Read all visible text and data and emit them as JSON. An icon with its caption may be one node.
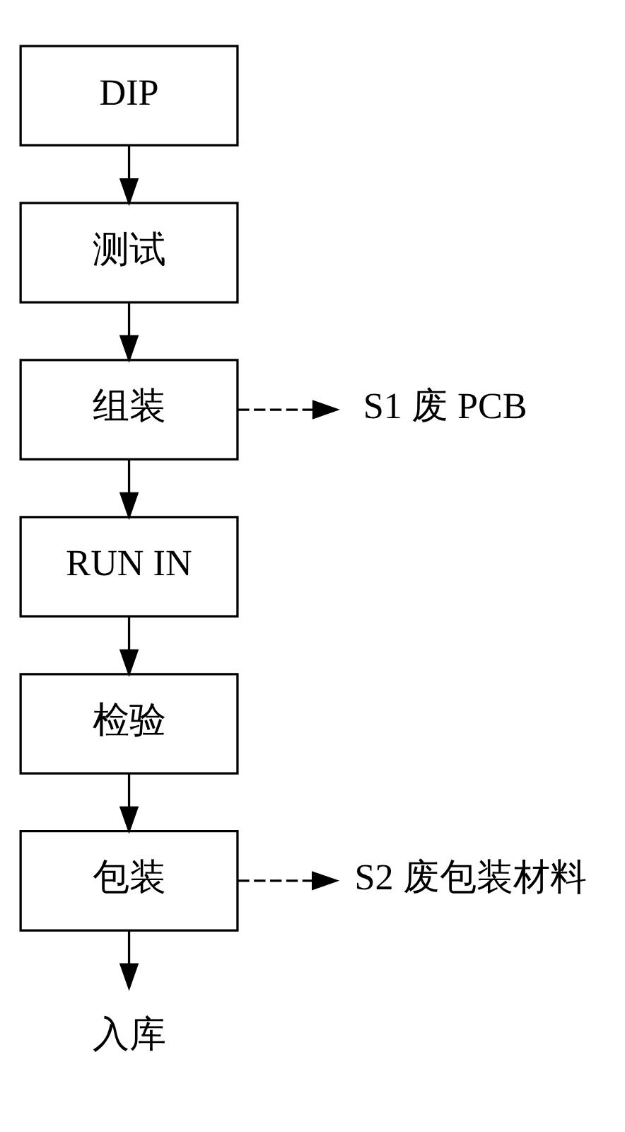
{
  "diagram": {
    "nodes": [
      {
        "text": [
          "DIP"
        ]
      },
      {
        "text": [
          "测试"
        ]
      },
      {
        "text": [
          "组装"
        ]
      },
      {
        "text": [
          "RUN IN"
        ]
      },
      {
        "text": [
          "检验"
        ]
      },
      {
        "text": [
          "包装"
        ]
      },
      {
        "text": [
          "S1 废 PCB"
        ]
      },
      {
        "text": [
          "S2 废包装材料"
        ]
      },
      {
        "text": [
          "入库"
        ]
      }
    ],
    "edges": [
      {
        "from": 0,
        "to": 1,
        "arrow": "to"
      },
      {
        "from": 1,
        "to": 2,
        "arrow": "to"
      },
      {
        "from": 2,
        "to": 6,
        "arrow": "to",
        "style": "dashed"
      },
      {
        "from": 2,
        "to": 3,
        "arrow": "to"
      },
      {
        "from": 3,
        "to": 4,
        "arrow": "to"
      },
      {
        "from": 4,
        "to": 5,
        "arrow": "to"
      },
      {
        "from": 5,
        "to": 7,
        "arrow": "to",
        "style": "dashed"
      },
      {
        "from": 5,
        "to": 8,
        "arrow": "to"
      }
    ]
  }
}
